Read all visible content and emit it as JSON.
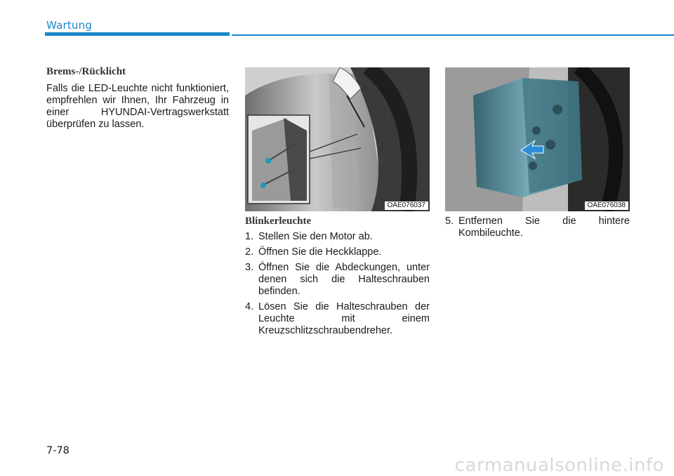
{
  "header": {
    "section_label": "Wartung"
  },
  "column1": {
    "heading": "Brems-/Rücklicht",
    "paragraph": "Falls die LED-Leuchte nicht funktioniert, empfrehlen wir Ihnen, Ihr Fahrzeug in einer HYUNDAI-Vertragswerkstatt überprüfen zu lassen."
  },
  "figures": [
    {
      "code": "OAE076037"
    },
    {
      "code": "OAE076038"
    }
  ],
  "column2": {
    "heading": "Blinkerleuchte",
    "steps": [
      {
        "num": "1.",
        "text": "Stellen Sie den Motor ab."
      },
      {
        "num": "2.",
        "text": "Öffnen Sie die Heckklappe."
      },
      {
        "num": "3.",
        "text": "Öffnen Sie die Abdeckungen, unter denen sich die Halteschrauben befinden."
      },
      {
        "num": "4.",
        "text": "Lösen Sie die Halteschrauben der Leuchte mit einem Kreuzschlitzschraubendreher."
      }
    ]
  },
  "column3": {
    "steps": [
      {
        "num": "5.",
        "text": "Entfernen Sie die hintere Kombileuchte."
      }
    ]
  },
  "footer": {
    "page_number": "7-78",
    "watermark": "carmanualsonline.info"
  },
  "colors": {
    "accent": "#1a86c8",
    "highlight_arrow": "#2a8fd6"
  }
}
